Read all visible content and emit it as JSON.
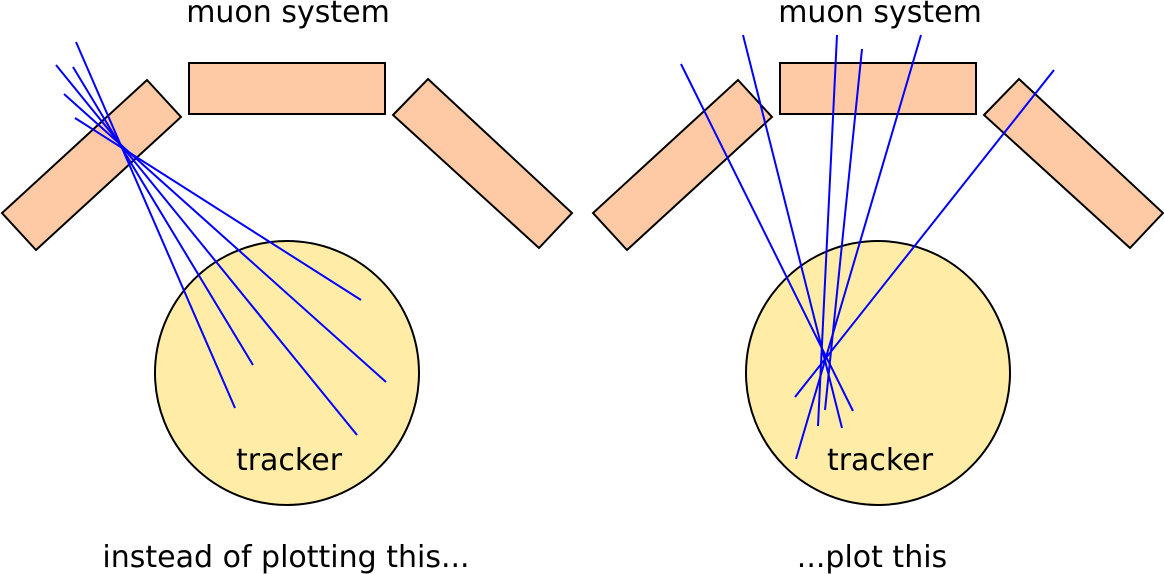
{
  "colors": {
    "chamber_fill": "#fdcaa5",
    "tracker_fill": "#feeca7",
    "track_color": "#0000ff",
    "outline": "#000000"
  },
  "left_panel": {
    "muon_label": "muon system",
    "tracker_label": "tracker",
    "caption": "instead of plotting this..."
  },
  "right_panel": {
    "muon_label": "muon system",
    "tracker_label": "tracker",
    "caption": "...plot this"
  }
}
